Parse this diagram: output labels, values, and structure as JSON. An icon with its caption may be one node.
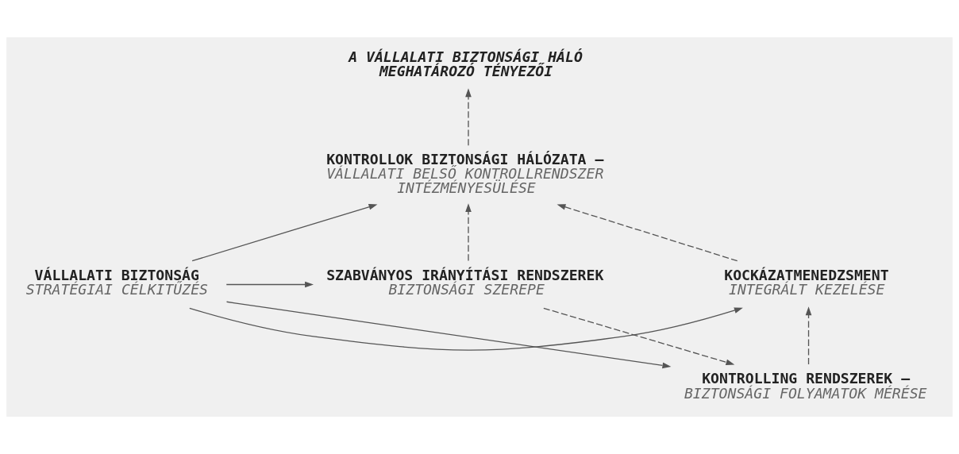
{
  "diagram": {
    "nodes": [
      {
        "text": [
          "A VÁLLALATI BIZTONSÁGI HÁLÓ MEGHATÁROZÓ TÉNYEZŐI"
        ]
      },
      {
        "text": [
          "KONTROLLOK BIZTONSÁGI HÁLÓZATA –",
          "VÁLLALATI BELSŐ KONTROLLRENDSZER INTÉZMÉNYESÜLÉSE"
        ]
      },
      {
        "text": [
          "KOCKÁZATMENEDZSMENT",
          "INTEGRÁLT KEZELÉSE"
        ]
      },
      {
        "text": [
          "VÁLLALATI BIZTONSÁG",
          "STRATÉGIAI CÉLKITŰZÉS"
        ]
      },
      {
        "text": [
          "SZABVÁNYOS IRÁNYÍTÁSI RENDSZEREK",
          "BIZTONSÁGI SZEREPE"
        ]
      },
      {
        "text": [
          "KONTROLLING RENDSZEREK –",
          "BIZTONSÁGI FOLYAMATOK MÉRÉSE"
        ]
      }
    ],
    "edges": [
      {
        "from": 1,
        "to": 0,
        "arrow": "to",
        "style": "dashed"
      },
      {
        "from": 3,
        "to": 1,
        "arrow": "to"
      },
      {
        "from": 3,
        "to": 2,
        "arrow": "to"
      },
      {
        "from": 3,
        "to": 4,
        "arrow": "to"
      },
      {
        "from": 3,
        "to": 5,
        "arrow": "to"
      },
      {
        "from": 2,
        "to": 1,
        "arrow": "to",
        "style": "dashed"
      },
      {
        "from": 4,
        "to": 1,
        "arrow": "to",
        "style": "dashed"
      },
      {
        "from": 4,
        "to": 5,
        "arrow": "to",
        "style": "dashed"
      },
      {
        "from": 5,
        "to": 2,
        "arrow": "to",
        "style": "dashed"
      }
    ]
  }
}
